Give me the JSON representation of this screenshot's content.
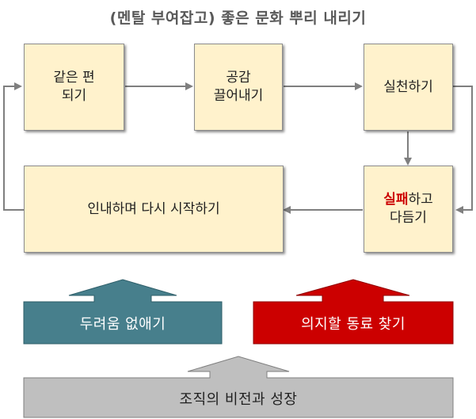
{
  "title": "(멘탈 부여잡고) 좋은 문화 뿌리 내리기",
  "cycle": {
    "step1": {
      "line1": "같은 편",
      "line2": "되기"
    },
    "step2": {
      "line1": "공감",
      "line2": "끌어내기"
    },
    "step3": {
      "line1": "실천하기"
    },
    "step4": {
      "accent": "실패",
      "rest": "하고",
      "line2": "다듬기"
    },
    "step5": {
      "line1": "인내하며 다시 시작하기"
    }
  },
  "foundation": {
    "left_label": "두려움 없애기",
    "right_label": "의지할 동료 찾기",
    "base_label": "조직의 비전과 성장"
  },
  "colors": {
    "box_fill": "#fff2cc",
    "teal": "#477f8c",
    "red": "#cc0000",
    "gray": "#bfbfbf",
    "connector": "#7f7f7f",
    "accent_text": "#cc0000"
  }
}
